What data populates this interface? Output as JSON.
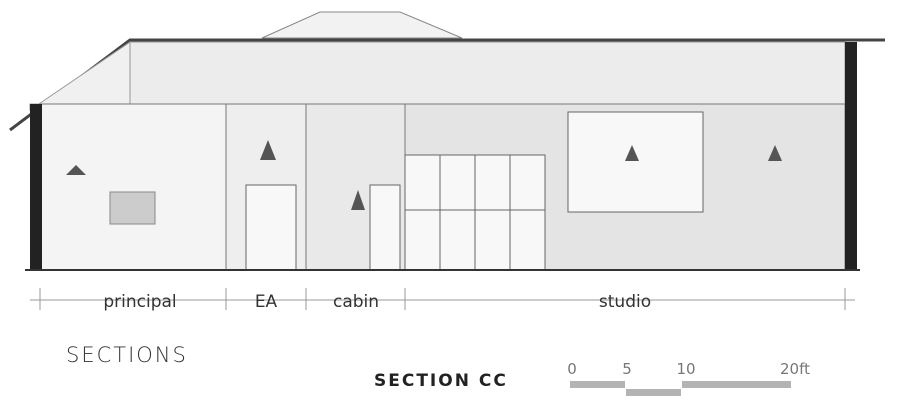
{
  "drawing": {
    "title": "SECTIONS",
    "subtitle": "SECTION CC",
    "zones": [
      "principal",
      "EA",
      "cabin",
      "studio"
    ],
    "scale_bar": {
      "ticks": [
        "0",
        "5",
        "10",
        "20ft"
      ],
      "values_ft": [
        0,
        5,
        10,
        20
      ]
    },
    "colors": {
      "line": "#555555",
      "fill": "#e6e6e6",
      "dark": "#222222",
      "scale": "#b3b3b3"
    }
  }
}
